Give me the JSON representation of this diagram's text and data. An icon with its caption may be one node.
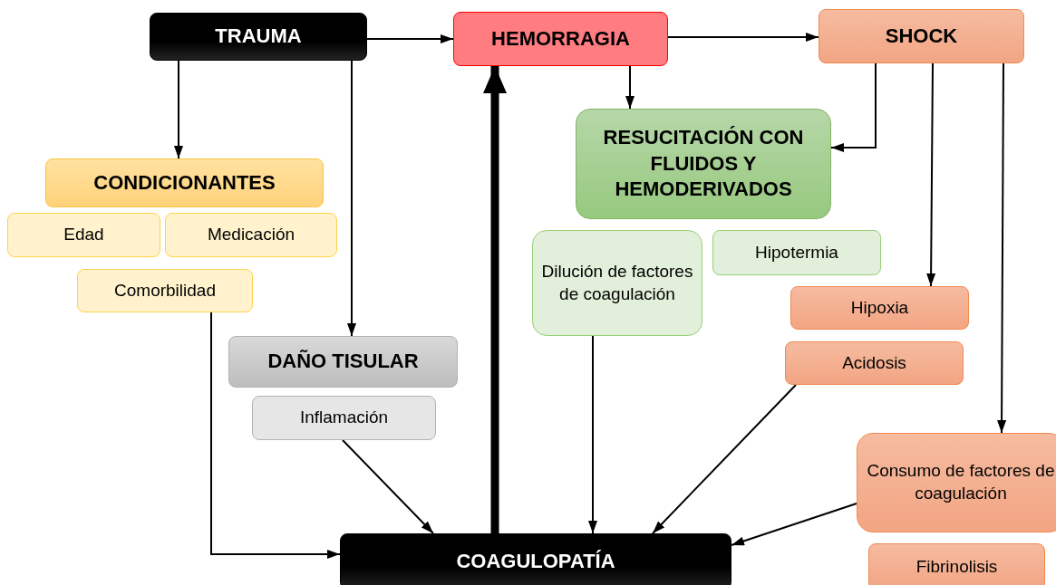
{
  "diagram": {
    "nodes": [
      {
        "text": [
          "TRAUMA"
        ]
      },
      {
        "text": [
          "HEMORRAGIA"
        ]
      },
      {
        "text": [
          "SHOCK"
        ]
      },
      {
        "text": [
          "RESUCITACIÓN CON FLUIDOS Y HEMODERIVADOS"
        ]
      },
      {
        "text": [
          "CONDICIONANTES"
        ]
      },
      {
        "text": [
          "Edad"
        ]
      },
      {
        "text": [
          "Medicación"
        ]
      },
      {
        "text": [
          "Comorbilidad"
        ]
      },
      {
        "text": [
          "Dilución de factores de coagulación"
        ]
      },
      {
        "text": [
          "Hipotermia"
        ]
      },
      {
        "text": [
          "Hipoxia"
        ]
      },
      {
        "text": [
          "Acidosis"
        ]
      },
      {
        "text": [
          "DAÑO TISULAR"
        ]
      },
      {
        "text": [
          "Inflamación"
        ]
      },
      {
        "text": [
          "Consumo de factores de coagulación"
        ]
      },
      {
        "text": [
          "Fibrinolisis"
        ]
      },
      {
        "text": [
          "COAGULOPATÍA"
        ]
      }
    ],
    "edges": [
      {
        "from": 0,
        "to": 1,
        "arrow": "to"
      },
      {
        "from": 1,
        "to": 2,
        "arrow": "to"
      },
      {
        "from": 0,
        "to": 4,
        "arrow": "to"
      },
      {
        "from": 0,
        "to": 12,
        "arrow": "to"
      },
      {
        "from": 1,
        "to": 3,
        "arrow": "to"
      },
      {
        "from": 2,
        "to": 3,
        "arrow": "to"
      },
      {
        "from": 2,
        "to": 10,
        "arrow": "to"
      },
      {
        "from": 2,
        "to": 14,
        "arrow": "to"
      },
      {
        "from": 7,
        "to": 16,
        "arrow": "to"
      },
      {
        "from": 13,
        "to": 16,
        "arrow": "to"
      },
      {
        "from": 8,
        "to": 16,
        "arrow": "to"
      },
      {
        "from": 11,
        "to": 16,
        "arrow": "to"
      },
      {
        "from": 14,
        "to": 16,
        "arrow": "to"
      },
      {
        "from": 16,
        "to": 1,
        "arrow": "to",
        "style": "thick"
      }
    ]
  }
}
